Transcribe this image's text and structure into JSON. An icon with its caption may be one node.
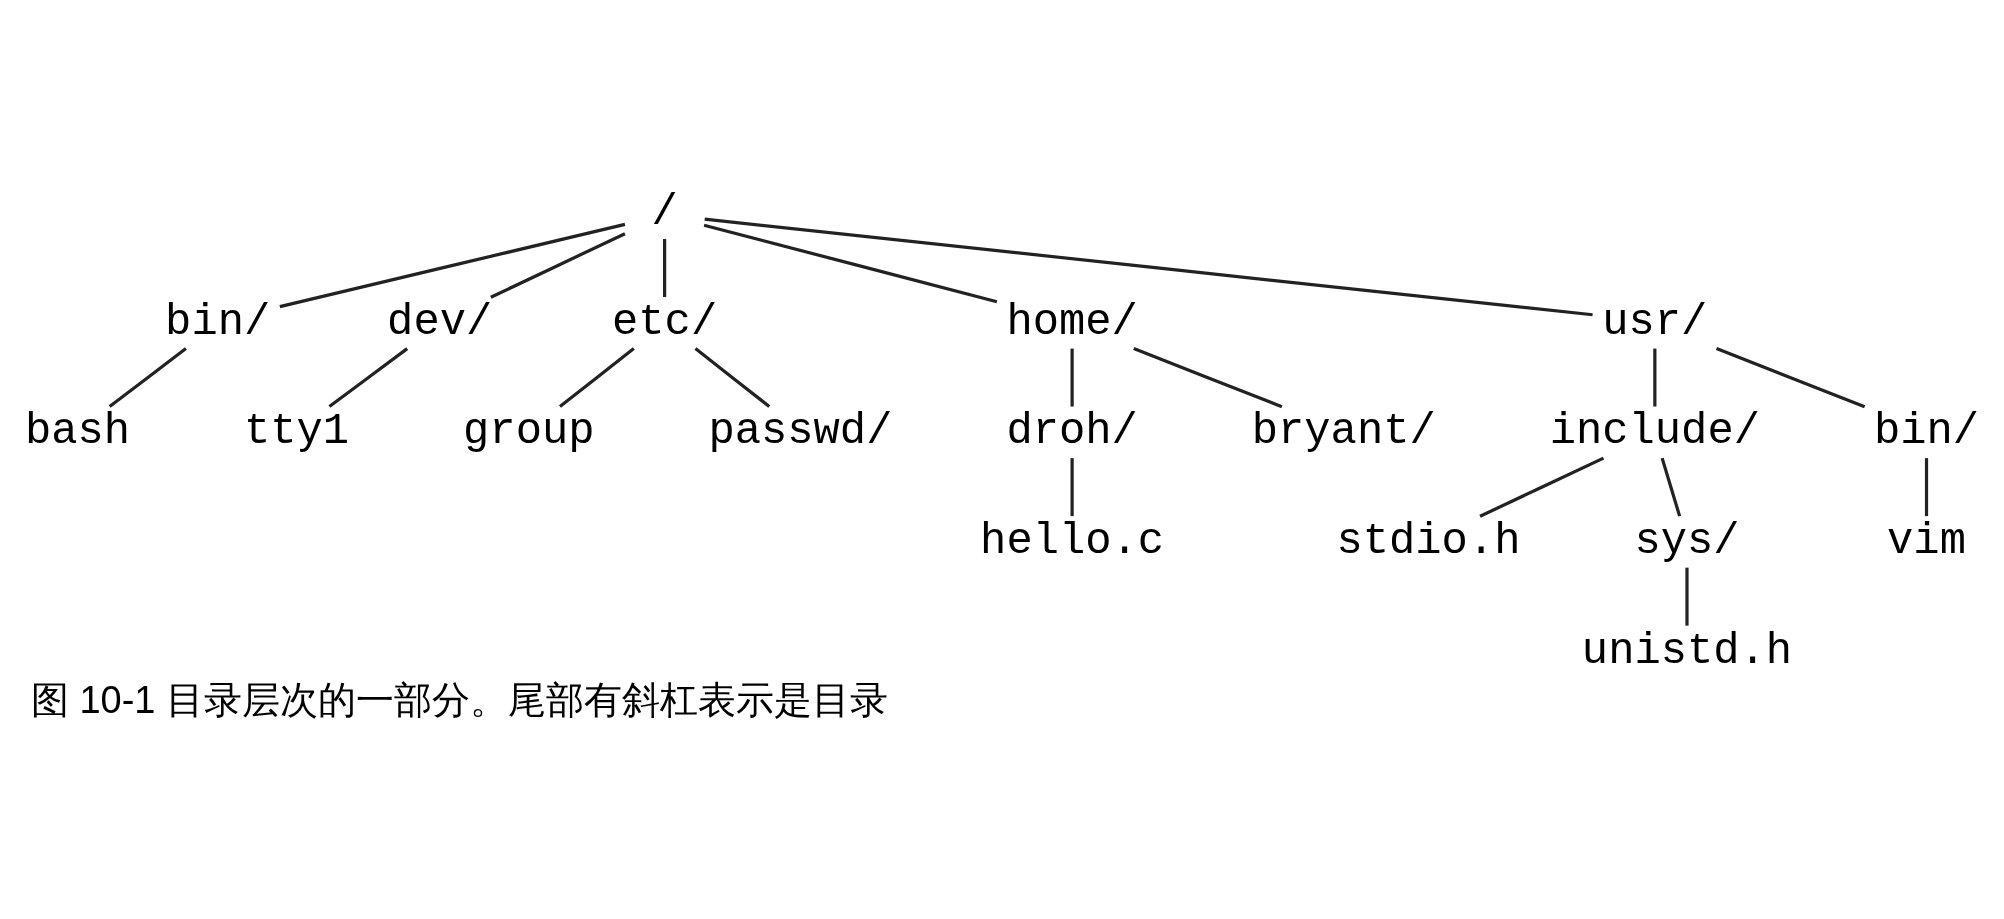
{
  "diagram": {
    "caption": "图 10-1 目录层次的一部分。尾部有斜杠表示是目录",
    "nodes": [
      {
        "text": [
          "/"
        ]
      },
      {
        "text": [
          "bin/"
        ]
      },
      {
        "text": [
          "dev/"
        ]
      },
      {
        "text": [
          "etc/"
        ]
      },
      {
        "text": [
          "home/"
        ]
      },
      {
        "text": [
          "usr/"
        ]
      },
      {
        "text": [
          "bash"
        ]
      },
      {
        "text": [
          "tty1"
        ]
      },
      {
        "text": [
          "group"
        ]
      },
      {
        "text": [
          "passwd/"
        ]
      },
      {
        "text": [
          "droh/"
        ]
      },
      {
        "text": [
          "bryant/"
        ]
      },
      {
        "text": [
          "include/"
        ]
      },
      {
        "text": [
          "bin/"
        ]
      },
      {
        "text": [
          "hello.c"
        ]
      },
      {
        "text": [
          "stdio.h"
        ]
      },
      {
        "text": [
          "sys/"
        ]
      },
      {
        "text": [
          "vim"
        ]
      },
      {
        "text": [
          "unistd.h"
        ]
      }
    ],
    "edges": [
      {
        "from": 0,
        "to": 1,
        "arrow": "none"
      },
      {
        "from": 0,
        "to": 2,
        "arrow": "none"
      },
      {
        "from": 0,
        "to": 3,
        "arrow": "none"
      },
      {
        "from": 0,
        "to": 4,
        "arrow": "none"
      },
      {
        "from": 0,
        "to": 5,
        "arrow": "none"
      },
      {
        "from": 1,
        "to": 6,
        "arrow": "none"
      },
      {
        "from": 2,
        "to": 7,
        "arrow": "none"
      },
      {
        "from": 3,
        "to": 8,
        "arrow": "none"
      },
      {
        "from": 3,
        "to": 9,
        "arrow": "none"
      },
      {
        "from": 4,
        "to": 10,
        "arrow": "none"
      },
      {
        "from": 4,
        "to": 11,
        "arrow": "none"
      },
      {
        "from": 5,
        "to": 12,
        "arrow": "none"
      },
      {
        "from": 5,
        "to": 13,
        "arrow": "none"
      },
      {
        "from": 10,
        "to": 14,
        "arrow": "none"
      },
      {
        "from": 12,
        "to": 15,
        "arrow": "none"
      },
      {
        "from": 12,
        "to": 16,
        "arrow": "none"
      },
      {
        "from": 13,
        "to": 17,
        "arrow": "none"
      },
      {
        "from": 16,
        "to": 18,
        "arrow": "none"
      }
    ]
  }
}
